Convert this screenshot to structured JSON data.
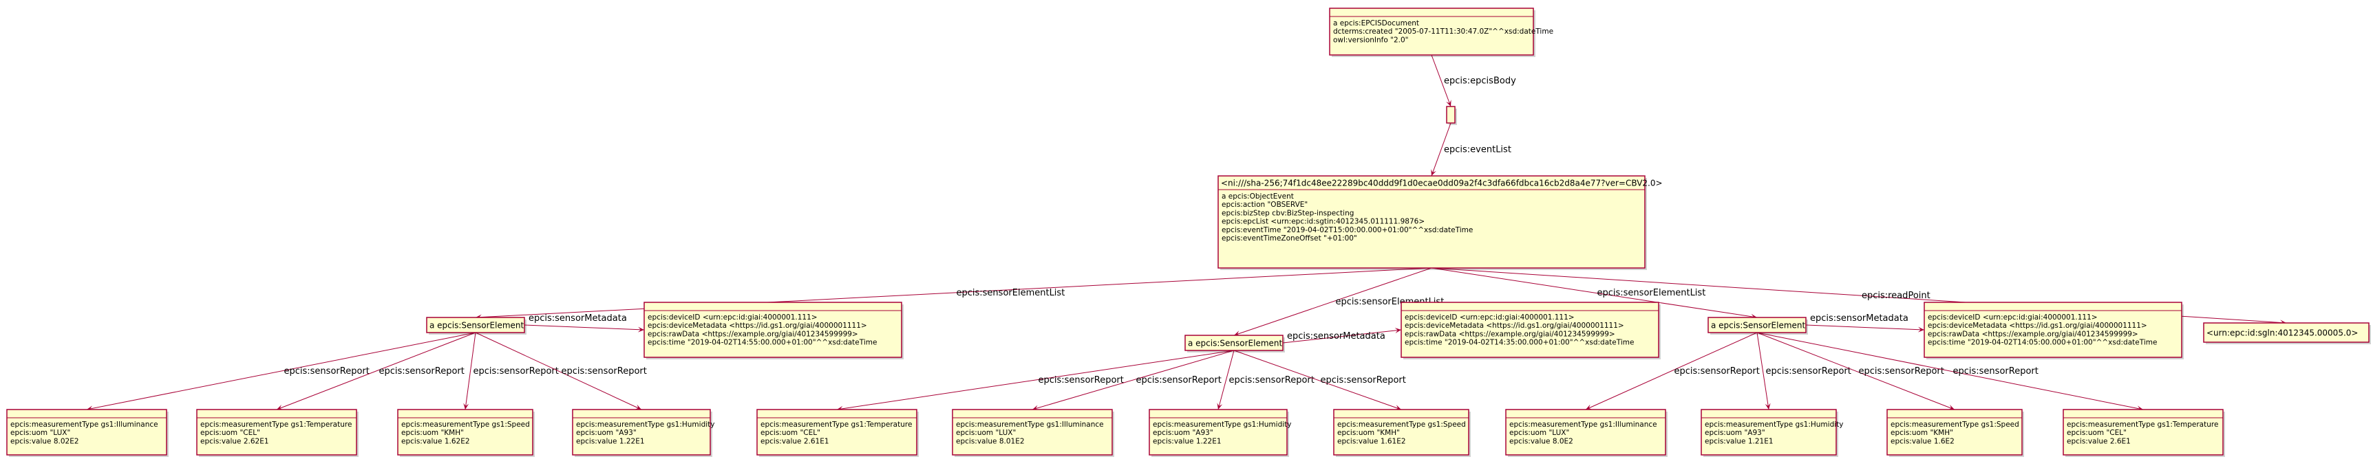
{
  "nodes": {
    "doc": {
      "lines": [
        "a epcis:EPCISDocument",
        "dcterms:created \"2005-07-11T11:30:47.0Z\"^^xsd:dateTime",
        "owl:versionInfo \"2.0\""
      ]
    },
    "blank": {
      "lines": []
    },
    "event": {
      "title": "<ni:///sha-256;74f1dc48ee22289bc40ddd9f1d0ecae0dd09a2f4c3dfa66fdbca16cb2d8a4e77?ver=CBV2.0>",
      "lines": [
        "a epcis:ObjectEvent",
        "epcis:action \"OBSERVE\"",
        "epcis:bizStep cbv:BizStep-inspecting",
        "epcis:epcList <urn:epc:id:sgtin:4012345.011111.9876>",
        "epcis:eventTime \"2019-04-02T15:00:00.000+01:00\"^^xsd:dateTime",
        "epcis:eventTimeZoneOffset \"+01:00\""
      ]
    },
    "se1": {
      "title": "a epcis:SensorElement"
    },
    "se2": {
      "title": "a epcis:SensorElement"
    },
    "se3": {
      "title": "a epcis:SensorElement"
    },
    "meta1": {
      "lines": [
        "epcis:deviceID <urn:epc:id:giai:4000001.111>",
        "epcis:deviceMetadata <https://id.gs1.org/giai/4000001111>",
        "epcis:rawData <https://example.org/giai/401234599999>",
        "epcis:time \"2019-04-02T14:55:00.000+01:00\"^^xsd:dateTime"
      ]
    },
    "meta2": {
      "lines": [
        "epcis:deviceID <urn:epc:id:giai:4000001.111>",
        "epcis:deviceMetadata <https://id.gs1.org/giai/4000001111>",
        "epcis:rawData <https://example.org/giai/401234599999>",
        "epcis:time \"2019-04-02T14:35:00.000+01:00\"^^xsd:dateTime"
      ]
    },
    "meta3": {
      "lines": [
        "epcis:deviceID <urn:epc:id:giai:4000001.111>",
        "epcis:deviceMetadata <https://id.gs1.org/giai/4000001111>",
        "epcis:rawData <https://example.org/giai/401234599999>",
        "epcis:time \"2019-04-02T14:05:00.000+01:00\"^^xsd:dateTime"
      ]
    },
    "readpoint": {
      "title": "<urn:epc:id:sgln:4012345.00005.0>"
    },
    "r1a": {
      "lines": [
        "epcis:measurementType gs1:Illuminance",
        "epcis:uom \"LUX\"",
        "epcis:value 8.02E2"
      ]
    },
    "r1b": {
      "lines": [
        "epcis:measurementType gs1:Temperature",
        "epcis:uom \"CEL\"",
        "epcis:value 2.62E1"
      ]
    },
    "r1c": {
      "lines": [
        "epcis:measurementType gs1:Speed",
        "epcis:uom \"KMH\"",
        "epcis:value 1.62E2"
      ]
    },
    "r1d": {
      "lines": [
        "epcis:measurementType gs1:Humidity",
        "epcis:uom \"A93\"",
        "epcis:value 1.22E1"
      ]
    },
    "r2a": {
      "lines": [
        "epcis:measurementType gs1:Temperature",
        "epcis:uom \"CEL\"",
        "epcis:value 2.61E1"
      ]
    },
    "r2b": {
      "lines": [
        "epcis:measurementType gs1:Illuminance",
        "epcis:uom \"LUX\"",
        "epcis:value 8.01E2"
      ]
    },
    "r2c": {
      "lines": [
        "epcis:measurementType gs1:Humidity",
        "epcis:uom \"A93\"",
        "epcis:value 1.22E1"
      ]
    },
    "r2d": {
      "lines": [
        "epcis:measurementType gs1:Speed",
        "epcis:uom \"KMH\"",
        "epcis:value 1.61E2"
      ]
    },
    "r3a": {
      "lines": [
        "epcis:measurementType gs1:Illuminance",
        "epcis:uom \"LUX\"",
        "epcis:value 8.0E2"
      ]
    },
    "r3b": {
      "lines": [
        "epcis:measurementType gs1:Humidity",
        "epcis:uom \"A93\"",
        "epcis:value 1.21E1"
      ]
    },
    "r3c": {
      "lines": [
        "epcis:measurementType gs1:Speed",
        "epcis:uom \"KMH\"",
        "epcis:value 1.6E2"
      ]
    },
    "r3d": {
      "lines": [
        "epcis:measurementType gs1:Temperature",
        "epcis:uom \"CEL\"",
        "epcis:value 2.6E1"
      ]
    }
  },
  "edges": [
    {
      "from": "doc",
      "to": "blank",
      "label": "epcis:epcisBody"
    },
    {
      "from": "blank",
      "to": "event",
      "label": "epcis:eventList"
    },
    {
      "from": "event",
      "to": "se1",
      "label": "epcis:sensorElementList"
    },
    {
      "from": "event",
      "to": "se2",
      "label": "epcis:sensorElementList"
    },
    {
      "from": "event",
      "to": "se3",
      "label": "epcis:sensorElementList"
    },
    {
      "from": "event",
      "to": "readpoint",
      "label": "epcis:readPoint"
    },
    {
      "from": "se1",
      "to": "meta1",
      "label": "epcis:sensorMetadata"
    },
    {
      "from": "se2",
      "to": "meta2",
      "label": "epcis:sensorMetadata"
    },
    {
      "from": "se3",
      "to": "meta3",
      "label": "epcis:sensorMetadata"
    },
    {
      "from": "se1",
      "to": "r1a",
      "label": "epcis:sensorReport"
    },
    {
      "from": "se1",
      "to": "r1b",
      "label": "epcis:sensorReport"
    },
    {
      "from": "se1",
      "to": "r1c",
      "label": "epcis:sensorReport"
    },
    {
      "from": "se1",
      "to": "r1d",
      "label": "epcis:sensorReport"
    },
    {
      "from": "se2",
      "to": "r2a",
      "label": "epcis:sensorReport"
    },
    {
      "from": "se2",
      "to": "r2b",
      "label": "epcis:sensorReport"
    },
    {
      "from": "se2",
      "to": "r2c",
      "label": "epcis:sensorReport"
    },
    {
      "from": "se2",
      "to": "r2d",
      "label": "epcis:sensorReport"
    },
    {
      "from": "se3",
      "to": "r3a",
      "label": "epcis:sensorReport"
    },
    {
      "from": "se3",
      "to": "r3b",
      "label": "epcis:sensorReport"
    },
    {
      "from": "se3",
      "to": "r3c",
      "label": "epcis:sensorReport"
    },
    {
      "from": "se3",
      "to": "r3d",
      "label": "epcis:sensorReport"
    }
  ],
  "colors": {
    "box_fill": "#FEFECE",
    "box_stroke": "#A80036",
    "edge": "#A80036"
  }
}
